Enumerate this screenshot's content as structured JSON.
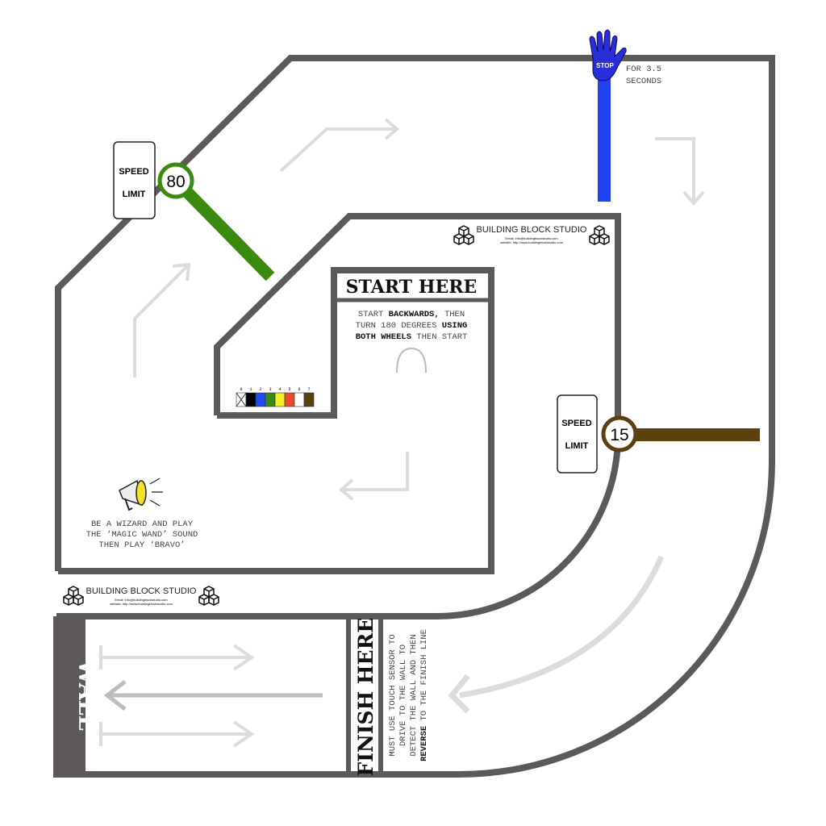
{
  "colors": {
    "track": "#5e5959",
    "arrow": "#dcdcdc",
    "green": "#3a8a10",
    "brown": "#5b3f0f",
    "blue": "#2142f0"
  },
  "speed_limit_1": {
    "label_top": "SPEED",
    "label_bottom": "LIMIT",
    "value": "80"
  },
  "speed_limit_2": {
    "label_top": "SPEED",
    "label_bottom": "LIMIT",
    "value": "15"
  },
  "stop": {
    "hand_label": "STOP",
    "line1": "FOR 3.5",
    "line2": "SECONDS"
  },
  "start": {
    "title": "START HERE",
    "line1_a": "START ",
    "line1_b": "BACKWARDS,",
    "line1_c": " THEN",
    "line2_a": "TURN 180 DEGREES ",
    "line2_b": "USING",
    "line3_a": "BOTH WHEELS",
    "line3_b": " THEN START"
  },
  "color_key": {
    "numbers": [
      "0",
      "1",
      "2",
      "3",
      "4",
      "5",
      "6",
      "7"
    ],
    "colors": [
      "#ffffff",
      "#000000",
      "#1f4bf5",
      "#3a8a10",
      "#f5ef2a",
      "#f04a2e",
      "#ffffff",
      "#5b3f0f"
    ]
  },
  "wizard": {
    "line1": "BE A WIZARD AND PLAY",
    "line2": "THE ‘MAGIC WAND’ SOUND",
    "line3": "THEN PLAY ‘BRAVO’"
  },
  "brand": {
    "name": "BUILDING BLOCK STUDIO",
    "email": "Email: info@buildingblockstudio.com",
    "website": "website: http://www.buildingblockstudio.com"
  },
  "finish": {
    "wall": "WALL",
    "title": "FINISH HERE",
    "line1": "MUST USE TOUCH SENSOR TO",
    "line2": "DRIVE TO THE WALL TO",
    "line3": "DETECT THE WALL AND THEN",
    "line4_a": "REVERSE",
    "line4_b": " TO THE FINISH LINE"
  }
}
